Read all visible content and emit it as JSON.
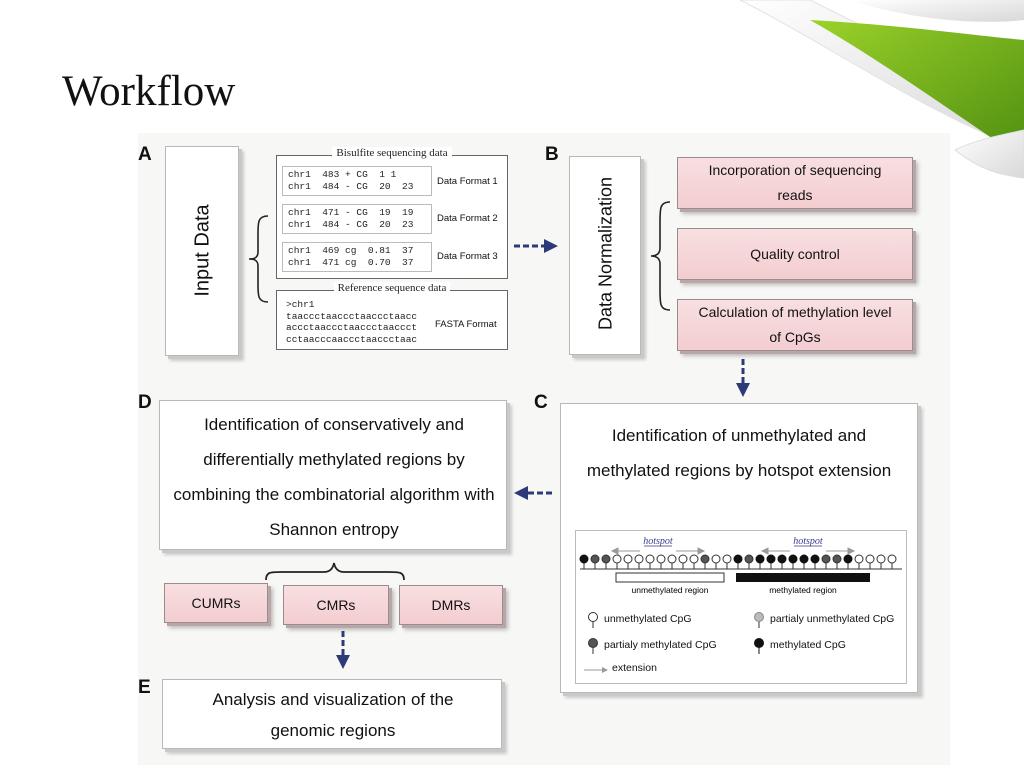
{
  "slide": {
    "title": "Workflow"
  },
  "panels": {
    "A": {
      "letter": "A",
      "label": "Input Data",
      "bisulfite": {
        "title": "Bisulfite sequencing data",
        "formats": [
          {
            "lines": "chr1  483 + CG  1 1\nchr1  484 - CG  20  23",
            "label": "Data Format 1"
          },
          {
            "lines": "chr1  471 - CG  19  19\nchr1  484 - CG  20  23",
            "label": "Data Format 2"
          },
          {
            "lines": "chr1  469 cg  0.81  37\nchr1  471 cg  0.70  37",
            "label": "Data Format 3"
          }
        ]
      },
      "reference": {
        "title": "Reference sequence data",
        "lines": ">chr1\ntaaccctaaccctaaccctaacc\naccctaaccctaaccctaaccct\ncctaacccaaccctaaccctaac",
        "label": "FASTA Format"
      }
    },
    "B": {
      "letter": "B",
      "label": "Data Normalization",
      "steps": [
        "Incorporation of sequencing reads",
        "Quality control",
        "Calculation of methylation level of CpGs"
      ]
    },
    "C": {
      "letter": "C",
      "text": "Identification of unmethylated and methylated regions by hotspot extension",
      "hotspot_label": "hotspot",
      "unmethylated_region": "unmethylated region",
      "methylated_region": "methylated region",
      "legend": {
        "unmethylated": "unmethylated CpG",
        "partially_unmethylated": "partialy unmethylated CpG",
        "partially_methylated": "partialy methylated CpG",
        "methylated": "methylated CpG",
        "extension": "extension"
      }
    },
    "D": {
      "letter": "D",
      "text": "Identification of conservatively and differentially methylated regions by combining the combinatorial algorithm with Shannon entropy",
      "outputs": [
        "CUMRs",
        "CMRs",
        "DMRs"
      ]
    },
    "E": {
      "letter": "E",
      "text": "Analysis and visualization of the genomic regions"
    }
  },
  "colors": {
    "accent_green": "#7ab51d",
    "arrow_blue": "#2e3a78",
    "pink_box": "#f5d3d6"
  }
}
